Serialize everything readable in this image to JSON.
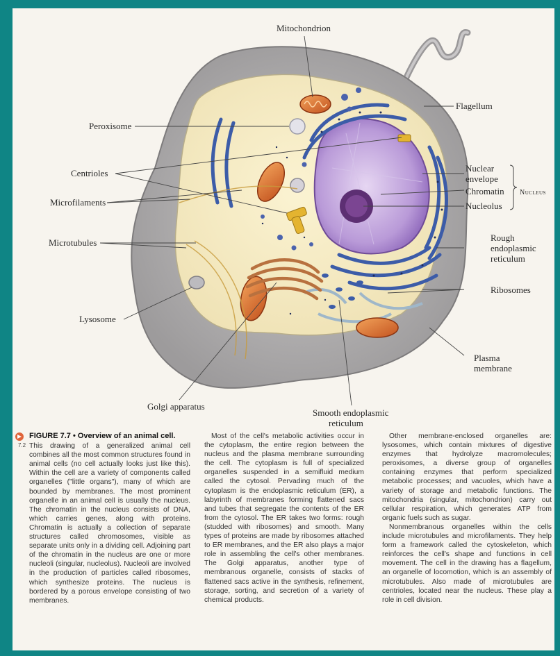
{
  "diagram": {
    "labels": {
      "mitochondrion": "Mitochondrion",
      "flagellum": "Flagellum",
      "peroxisome": "Peroxisome",
      "centrioles": "Centrioles",
      "microfilaments": "Microfilaments",
      "microtubules": "Microtubules",
      "lysosome": "Lysosome",
      "golgi": "Golgi apparatus",
      "smooth_er_1": "Smooth endoplasmic",
      "smooth_er_2": "reticulum",
      "nuclear_envelope_1": "Nuclear",
      "nuclear_envelope_2": "envelope",
      "chromatin": "Chromatin",
      "nucleolus": "Nucleolus",
      "nucleus": "Nucleus",
      "rough_er_1": "Rough",
      "rough_er_2": "endoplasmic",
      "rough_er_3": "reticulum",
      "ribosomes": "Ribosomes",
      "plasma_membrane_1": "Plasma",
      "plasma_membrane_2": "membrane"
    }
  },
  "caption": {
    "figure_number": "7.2",
    "title": "FIGURE 7.7 • Overview of an animal cell.",
    "col1": "This drawing of a generalized animal cell combines all the most common structures found in animal cells (no cell actually looks just like this). Within the cell are a variety of components called organelles (\"little organs\"), many of which are bounded by membranes. The most prominent organelle in an animal cell is usually the nucleus. The chromatin in the nucleus consists of DNA, which carries genes, along with proteins. Chromatin is actually a collection of separate structures called chromosomes, visible as separate units only in a dividing cell. Adjoining part of the chromatin in the nucleus are one or more nucleoli (singular, nucleolus). Nucleoli are involved in the production of particles called ribosomes, which synthesize proteins. The nucleus is bordered by a porous envelope consisting of two membranes.",
    "col2": "Most of the cell's metabolic activities occur in the cytoplasm, the entire region between the nucleus and the plasma membrane surrounding the cell. The cytoplasm is full of specialized organelles suspended in a semifluid medium called the cytosol. Pervading much of the cytoplasm is the endoplasmic reticulum (ER), a labyrinth of membranes forming flattened sacs and tubes that segregate the contents of the ER from the cytosol. The ER takes two forms: rough (studded with ribosomes) and smooth. Many types of proteins are made by ribosomes attached to ER membranes, and the ER also plays a major role in assembling the cell's other membranes. The Golgi apparatus, another type of membranous organelle, consists of stacks of flattened sacs active in the synthesis, refinement, storage, sorting, and secretion of a variety of chemical products.",
    "col3a": "Other membrane-enclosed organelles are: lysosomes, which contain mixtures of digestive enzymes that hydrolyze macromolecules; peroxisomes, a diverse group of organelles containing enzymes that perform specialized metabolic processes; and vacuoles, which have a variety of storage and metabolic functions. The mitochondria (singular, mitochondrion) carry out cellular respiration, which generates ATP from organic fuels such as sugar.",
    "col3b": "Nonmembranous organelles within the cells include microtubules and microfilaments. They help form a framework called the cytoskeleton, which reinforces the cell's shape and functions in cell movement. The cell in the drawing has a flagellum, an organelle of locomotion, which is an assembly of microtubules. Also made of microtubules are centrioles, located near the nucleus. These play a role in cell division."
  }
}
